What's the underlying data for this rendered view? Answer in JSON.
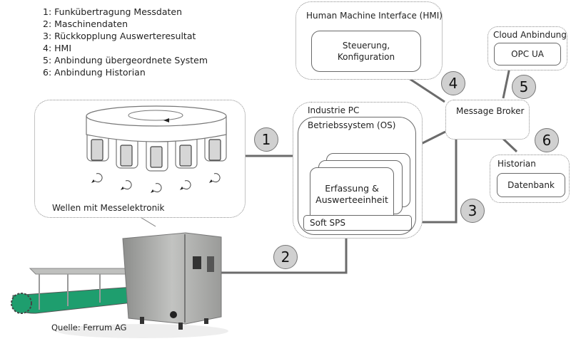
{
  "legend": [
    "1: Funkübertragung Messdaten",
    "2: Maschinendaten",
    "3: Rückkopplung Auswerteresultat",
    "4: HMI",
    "5: Anbindung übergeordnete System",
    "6: Anbindung Historian"
  ],
  "hmi": {
    "title": "Human Machine Interface (HMI)",
    "inner_line1": "Steuerung,",
    "inner_line2": "Konfiguration"
  },
  "cloud": {
    "title": "Cloud Anbindung",
    "inner": "OPC UA"
  },
  "broker": {
    "title": "Message Broker"
  },
  "historian": {
    "title": "Historian",
    "inner": "Datenbank"
  },
  "industrie_pc": {
    "title": "Industrie PC",
    "os_title": "Betriebssystem (OS)",
    "unit_line1": "Erfassung &",
    "unit_line2": "Auswerteeinheit",
    "soft_sps": "Soft SPS"
  },
  "shafts": {
    "caption": "Wellen mit Messelektronik"
  },
  "machine": {
    "source": "Quelle: Ferrum AG"
  },
  "badges": [
    "1",
    "2",
    "3",
    "4",
    "5",
    "6"
  ],
  "colors": {
    "line": "#6b6b6b",
    "badge_fill": "#d0d0d0",
    "conveyor": "#1e9e6e",
    "steel": "#a9aaa8"
  }
}
